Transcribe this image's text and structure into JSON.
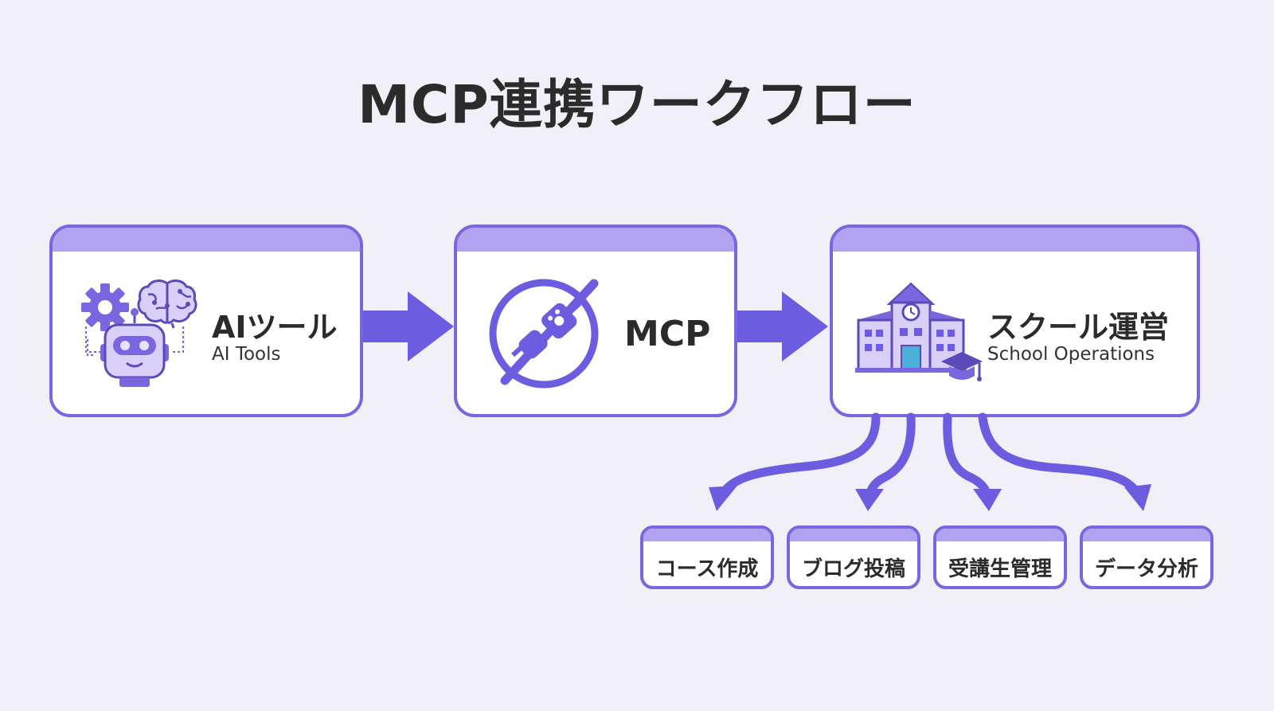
{
  "title": "MCP連携ワークフロー",
  "nodes": {
    "ai_tools": {
      "label": "AIツール",
      "sublabel": "AI Tools",
      "icons": [
        "gear-icon",
        "brain-icon",
        "robot-icon"
      ]
    },
    "mcp": {
      "label": "MCP",
      "icons": [
        "plug-connection-icon"
      ]
    },
    "school": {
      "label": "スクール運営",
      "sublabel": "School Operations",
      "icons": [
        "school-building-icon",
        "graduation-cap-icon"
      ]
    }
  },
  "outputs": [
    "コース作成",
    "ブログ投稿",
    "受講生管理",
    "データ分析"
  ],
  "colors": {
    "accent": "#7a66de",
    "accent_light": "#b3a1f1",
    "arrow": "#6b5ce0",
    "background": "#f1eff8",
    "text": "#2b2b2b"
  }
}
